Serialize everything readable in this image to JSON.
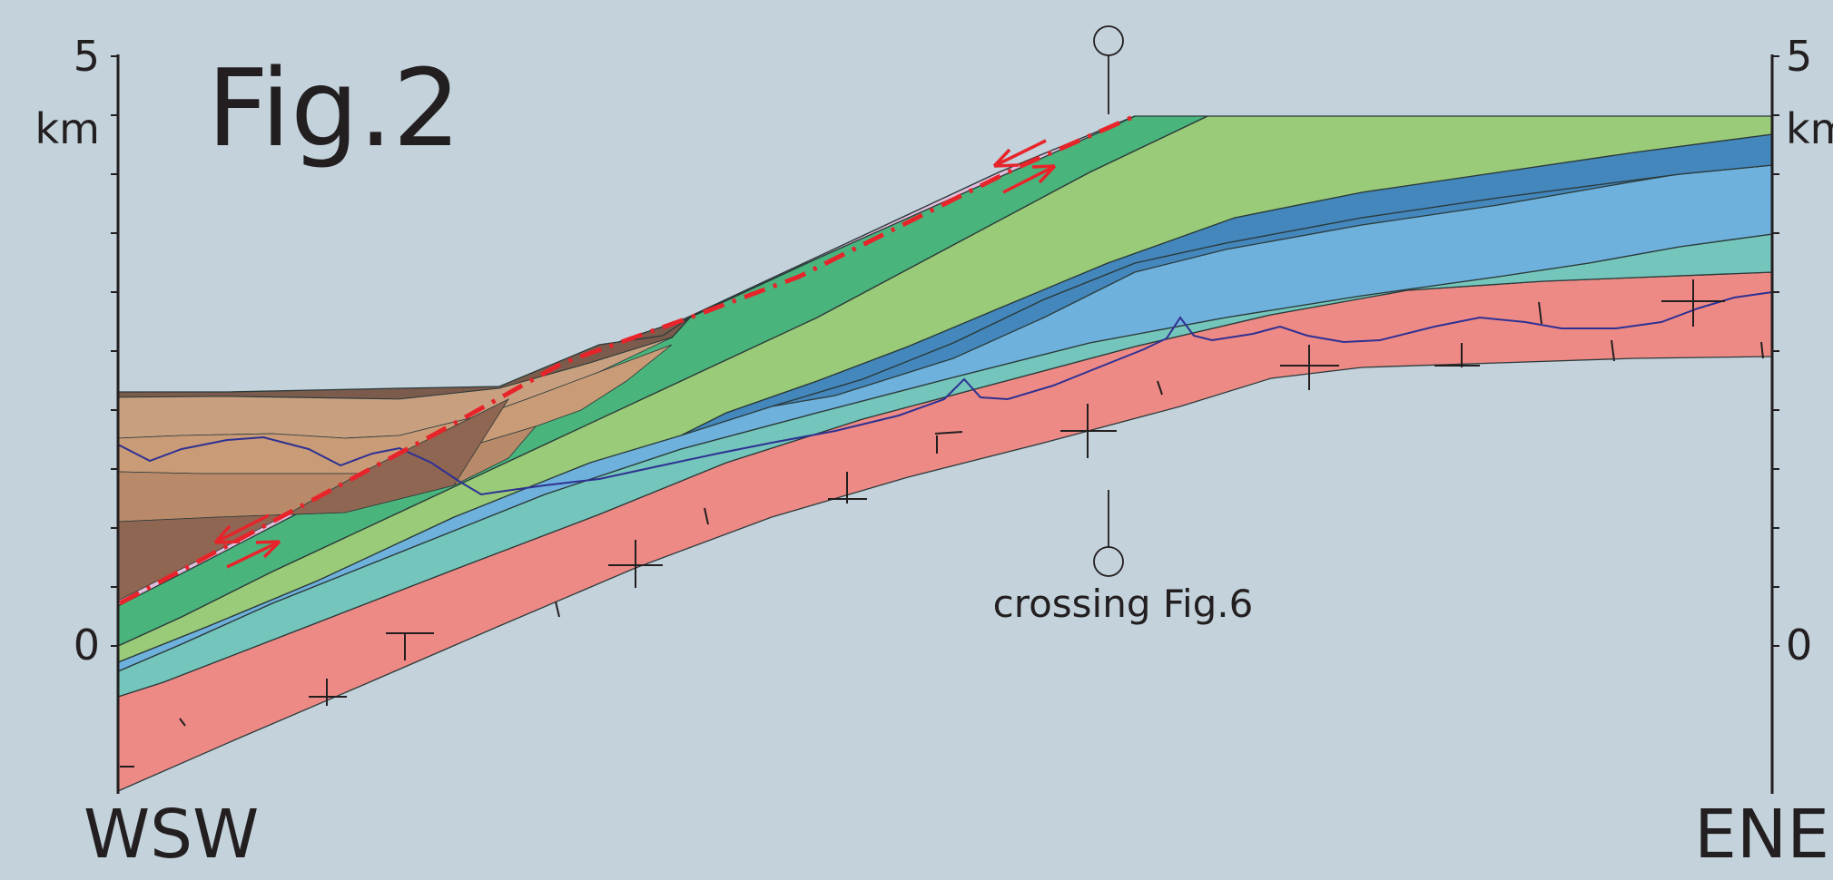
{
  "figure": {
    "title": "Fig.2",
    "left_axis": {
      "top_value": "5",
      "top_unit": "km",
      "zero_value": "0"
    },
    "right_axis": {
      "top_value": "5",
      "top_unit": "km",
      "zero_value": "0"
    },
    "direction_left": "WSW",
    "direction_right": "ENE",
    "crossing_label": "crossing Fig.6"
  },
  "colors": {
    "background": "#c3d2db",
    "basement": "#ee8a86",
    "teal_unit": "#74c5bb",
    "light_blue_unit": "#6eb1dc",
    "dark_blue_unit": "#4387bd",
    "light_green_unit": "#99cb78",
    "dark_green_unit": "#49b47c",
    "pink_unit": "#e1bddb",
    "brown_cover": "#7a5b4c",
    "fault": "#e8242b",
    "marker_line": "#2e3192"
  }
}
